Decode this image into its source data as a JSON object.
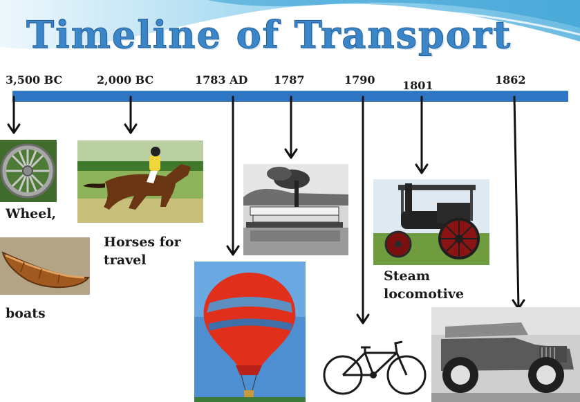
{
  "title": "Timeline of Transport",
  "timeline": {
    "dates": [
      "3,500 BC",
      "2,000 BC",
      "1783 AD",
      "1787",
      "1790",
      "1801",
      "1862"
    ]
  },
  "labels": {
    "wheel": "Wheel,",
    "boats": "boats",
    "horses": "Horses for\ntravel",
    "steam": "Steam\nlocomotive"
  },
  "colors": {
    "bar": "#2e76c4",
    "title": "#3b86c8",
    "wave": "#5cb6e0"
  }
}
